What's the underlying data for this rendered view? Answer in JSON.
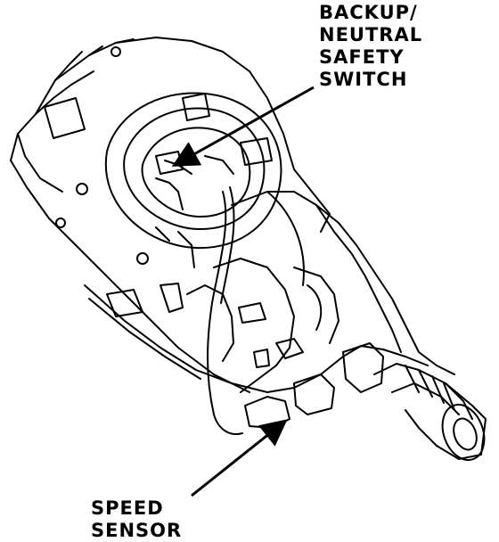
{
  "labels": {
    "backup_switch": [
      "BACKUP/",
      "NEUTRAL",
      "SAFETY",
      "SWITCH"
    ],
    "speed_sensor": [
      "SPEED",
      "SENSOR"
    ]
  },
  "colors": {
    "ink": "#000000",
    "paper": "#ffffff"
  }
}
